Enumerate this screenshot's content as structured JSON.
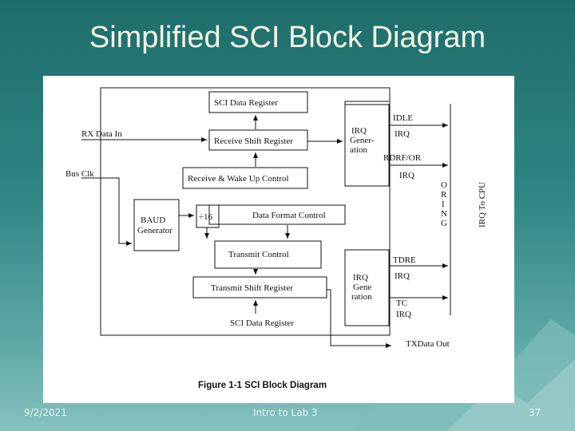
{
  "slide": {
    "title": "Simplified SCI Block Diagram",
    "date": "9/2/2021",
    "footer_text": "Intro to Lab 3",
    "page_number": "37"
  },
  "diagram": {
    "blocks": {
      "sci_data_register_top": "SCI Data Register",
      "receive_shift_register": "Receive Shift Register",
      "receive_wakeup_control": "Receive & Wake Up Control",
      "baud_line1": "BAUD",
      "baud_line2": "Generator",
      "divide_16": "÷16",
      "data_format_control": "Data Format Control",
      "transmit_control": "Transmit Control",
      "transmit_shift_register": "Transmit Shift Register",
      "sci_data_register_bottom": "SCI Data Register",
      "irq_gen_top": [
        "IRQ",
        "Gener-",
        "ation"
      ],
      "irq_gen_bottom": [
        "IRQ",
        "Gene",
        "ration"
      ]
    },
    "signals": {
      "rx_data_in": "RX  Data In",
      "bus_clk": "Bus Clk",
      "idle": "IDLE",
      "idle_irq": "IRQ",
      "rdrf_or": "RDRF/OR",
      "rdrf_irq": "IRQ",
      "tdre": "TDRE",
      "tdre_irq": "IRQ",
      "tc": "TC",
      "tc_irq": "IRQ",
      "tx_data_out": "TXData Out",
      "oring": [
        "O",
        "R",
        "I",
        "N",
        "G"
      ],
      "irq_to_cpu": "IRQ To CPU"
    },
    "caption": "Figure 1-1  SCI Block Diagram"
  },
  "colors": {
    "background_top": "#1e6d6a",
    "background_bottom": "#86c2bf",
    "title": "#f5f5e6",
    "panel": "#ffffff"
  }
}
